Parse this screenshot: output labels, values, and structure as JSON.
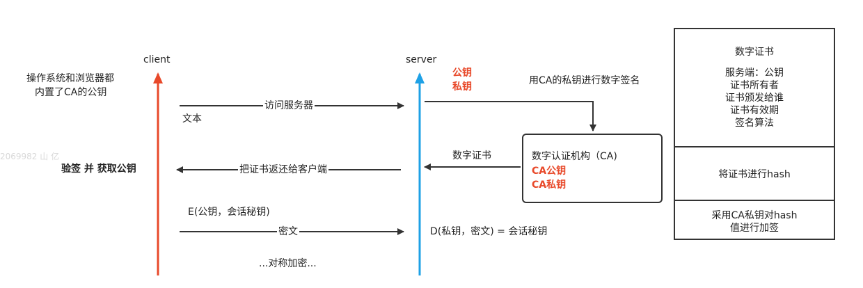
{
  "lanes": {
    "client_label": "client",
    "server_label": "server"
  },
  "client_notes": {
    "os_browser": "操作系统和浏览器都",
    "builtin": "内置了CA的公钥",
    "verify": "验签 并 获取公钥"
  },
  "server_keys": {
    "public_key": "公钥",
    "private_key": "私钥"
  },
  "messages": {
    "visit": "访问服务器",
    "plain_text": "文本",
    "return_cert": "把证书返还给客户端",
    "digital_cert": "数字证书",
    "sign_with_ca": "用CA的私钥进行数字签名",
    "encrypt_session": "E(公钥，会话秘钥)",
    "ciphertext": "密文",
    "decrypt_session": "D(私钥，密文) = 会话秘钥",
    "symmetric": "...对称加密..."
  },
  "ca_box": {
    "title": "数字认证机构（CA)",
    "ca_public": "CA公钥",
    "ca_private": "CA私钥"
  },
  "certificate": {
    "title": "数字证书",
    "fields": [
      "服务端：公钥",
      "证书所有者",
      "证书颁发给谁",
      "证书有效期",
      "签名算法"
    ],
    "hash_step": "将证书进行hash",
    "sign_step_line1": "采用CA私钥对hash",
    "sign_step_line2": "值进行加签"
  },
  "colors": {
    "client_lifeline": "#e8492a",
    "server_lifeline": "#1ea1e6",
    "arrow": "#333333",
    "highlight_text": "#e8492a"
  },
  "watermark": "2069982 山 亿 "
}
